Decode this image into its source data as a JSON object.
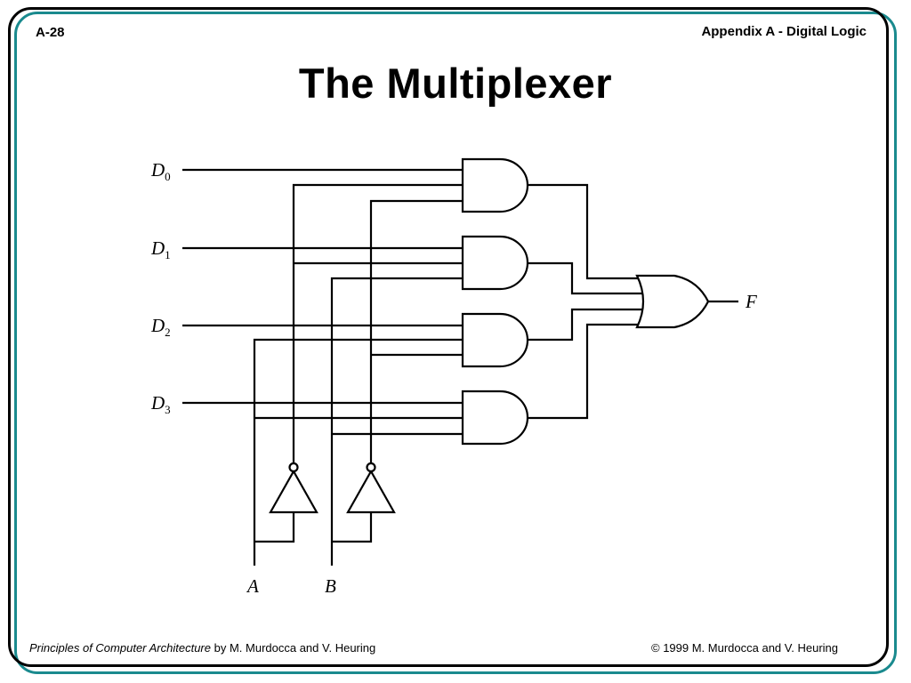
{
  "slide": {
    "page_number": "A-28",
    "chapter": "Appendix A - Digital Logic",
    "title": "The Multiplexer"
  },
  "diagram": {
    "inputs": [
      {
        "letter": "D",
        "sub": "0"
      },
      {
        "letter": "D",
        "sub": "1"
      },
      {
        "letter": "D",
        "sub": "2"
      },
      {
        "letter": "D",
        "sub": "3"
      }
    ],
    "select_inputs": [
      "A",
      "B"
    ],
    "output": "F",
    "gates": {
      "and_count": 4,
      "or_count": 1,
      "not_count": 2
    }
  },
  "footer": {
    "book_title": "Principles of Computer Architecture",
    "by": " by M. Murdocca and V. Heuring",
    "copyright": "© 1999 M. Murdocca and V. Heuring"
  }
}
